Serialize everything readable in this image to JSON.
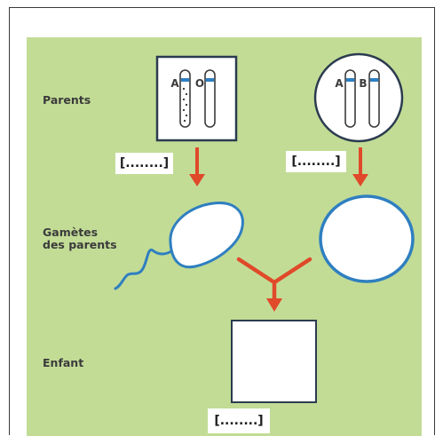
{
  "labels": {
    "parents": "Parents",
    "gametes": "Gamètes\ndes parents",
    "enfant": "Enfant"
  },
  "parent1": {
    "allele_left": "A",
    "allele_right": "O",
    "bracket": "[........]"
  },
  "parent2": {
    "allele_left": "A",
    "allele_right": "B",
    "bracket": "[........]"
  },
  "child": {
    "bracket": "[........]"
  },
  "colors": {
    "panel": "#c2dc96",
    "arrow": "#e0492a",
    "gamete_border": "#2f7fc0",
    "text": "#3b3b3b"
  }
}
